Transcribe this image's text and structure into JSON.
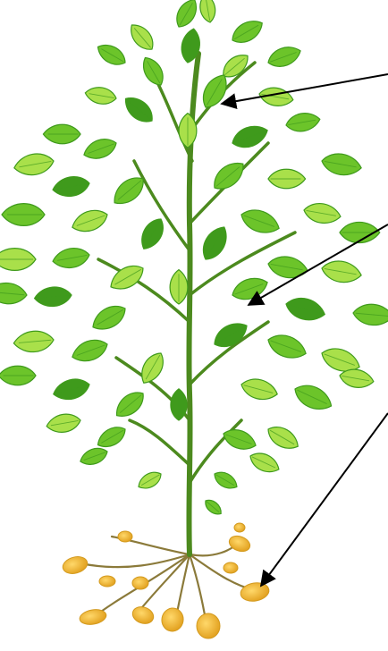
{
  "diagram": {
    "subject": "potato-plant",
    "colors": {
      "leaf_dark": "#3f9a1c",
      "leaf_mid": "#6cc42a",
      "leaf_light": "#a9e04a",
      "stem": "#4c8a1e",
      "root": "#8b7a3a",
      "tuber": "#f0b830",
      "tuber_light": "#ffd86a",
      "arrow": "#000000"
    },
    "pointers": [
      {
        "name": "pointer-top",
        "target": "top-leaves"
      },
      {
        "name": "pointer-middle",
        "target": "middle-leaves"
      },
      {
        "name": "pointer-bottom",
        "target": "tubers"
      }
    ]
  }
}
